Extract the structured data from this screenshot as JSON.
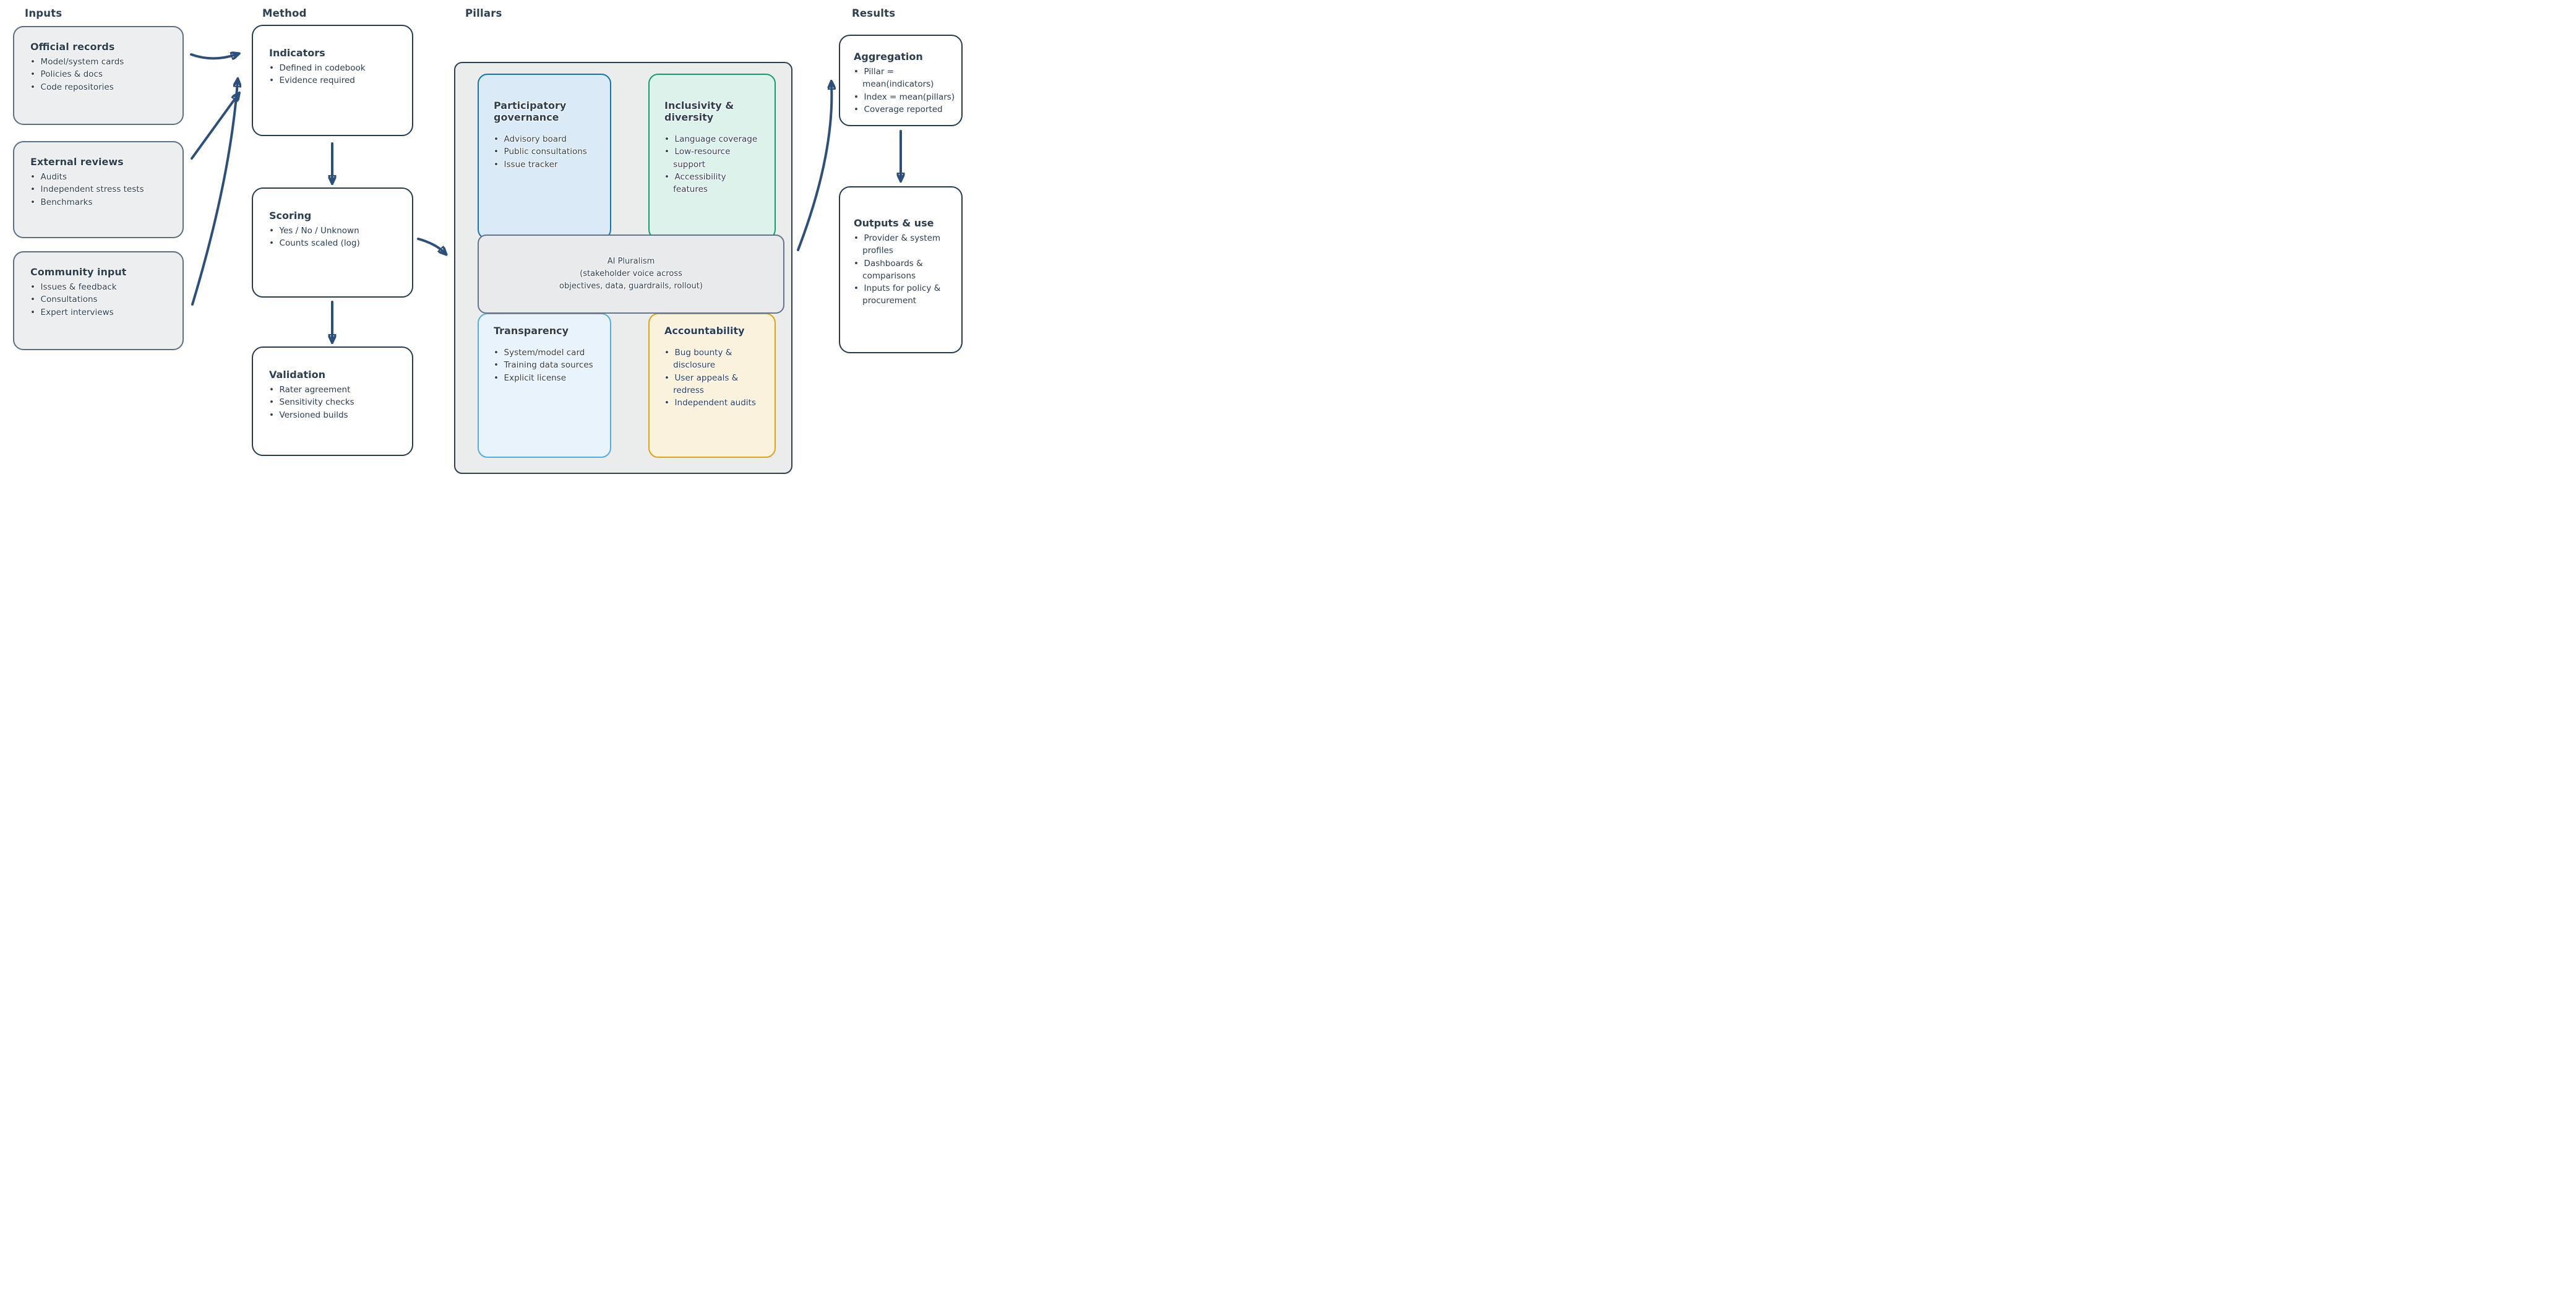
{
  "columns": {
    "inputs_label": "Inputs",
    "method_label": "Method",
    "pillars_label": "Pillars",
    "results_label": "Results"
  },
  "inputs": {
    "boxes": [
      {
        "title": "Official records",
        "bullets": [
          "Model/system cards",
          "Policies & docs",
          "Code repositories"
        ]
      },
      {
        "title": "External reviews",
        "bullets": [
          "Audits",
          "Independent stress tests",
          "Benchmarks"
        ]
      },
      {
        "title": "Community input",
        "bullets": [
          "Issues & feedback",
          "Consultations",
          "Expert interviews"
        ]
      }
    ]
  },
  "method": {
    "boxes": [
      {
        "title": "Indicators",
        "bullets": [
          "Defined in codebook",
          "Evidence required"
        ]
      },
      {
        "title": "Scoring",
        "bullets": [
          "Yes / No / Unknown",
          "Counts scaled (log)"
        ]
      },
      {
        "title": "Validation",
        "bullets": [
          "Rater agreement",
          "Sensitivity checks",
          "Versioned builds"
        ]
      }
    ]
  },
  "pillars": {
    "boxes": [
      {
        "title": "Participatory governance",
        "bullets": [
          "Advisory board",
          "Public consultations",
          "Issue tracker"
        ]
      },
      {
        "title": "Inclusivity & diversity",
        "bullets": [
          "Language coverage",
          "Low-resource support",
          "Accessibility features"
        ]
      },
      {
        "title": "Transparency",
        "bullets": [
          "System/model card",
          "Training data sources",
          "Explicit license"
        ]
      },
      {
        "title": "Accountability",
        "bullets": [
          "Bug bounty & disclosure",
          "User appeals & redress",
          "Independent audits"
        ]
      }
    ],
    "center": {
      "lines": [
        "AI Pluralism",
        "(stakeholder voice across",
        "objectives, data, guardrails, rollout)"
      ]
    }
  },
  "results": {
    "boxes": [
      {
        "title": "Aggregation",
        "bullets": [
          "Pillar = mean(indicators)",
          "Index = mean(pillars)",
          "Coverage reported"
        ]
      },
      {
        "title": "Outputs & use",
        "bullets": [
          "Provider & system profiles",
          "Dashboards & comparisons",
          "Inputs for policy & procurement"
        ]
      }
    ]
  },
  "colors": {
    "text": "#2d3e4f",
    "arrow": "#2d4f7c",
    "input_fill": "#eceef0",
    "input_border": "#5d6f80",
    "method_border": "#243a50",
    "container_fill": "#ebecec",
    "container_border": "#2f3e4e",
    "governance_fill": "#daeaf7",
    "governance_border": "#1273b5",
    "inclusivity_fill": "#def2ec",
    "inclusivity_border": "#0f9e6d",
    "transparency_fill": "#e9f3fc",
    "transparency_border": "#55ace0",
    "accountability_fill": "#faf2dd",
    "accountability_border": "#dda50f",
    "center_fill": "#e9eaec",
    "center_border": "#64758a"
  }
}
